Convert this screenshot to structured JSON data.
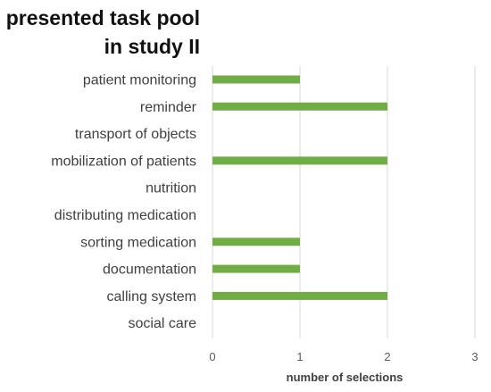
{
  "chart_data": {
    "type": "bar",
    "orientation": "horizontal",
    "title_lines": [
      "presented task pool",
      "in study II"
    ],
    "title": "presented task pool in study II",
    "xlabel": "number of selections",
    "ylabel": "",
    "categories": [
      "patient monitoring",
      "reminder",
      "transport of objects",
      "mobilization of patients",
      "nutrition",
      "distributing medication",
      "sorting medication",
      "documentation",
      "calling system",
      "social care"
    ],
    "values": [
      1,
      2,
      0,
      2,
      0,
      0,
      1,
      1,
      2,
      0
    ],
    "xlim": [
      0,
      3
    ],
    "xticks": [
      0,
      1,
      2,
      3
    ],
    "grid": "vertical",
    "bar_color": "#70AD47",
    "grid_color": "#D9D9D9"
  }
}
